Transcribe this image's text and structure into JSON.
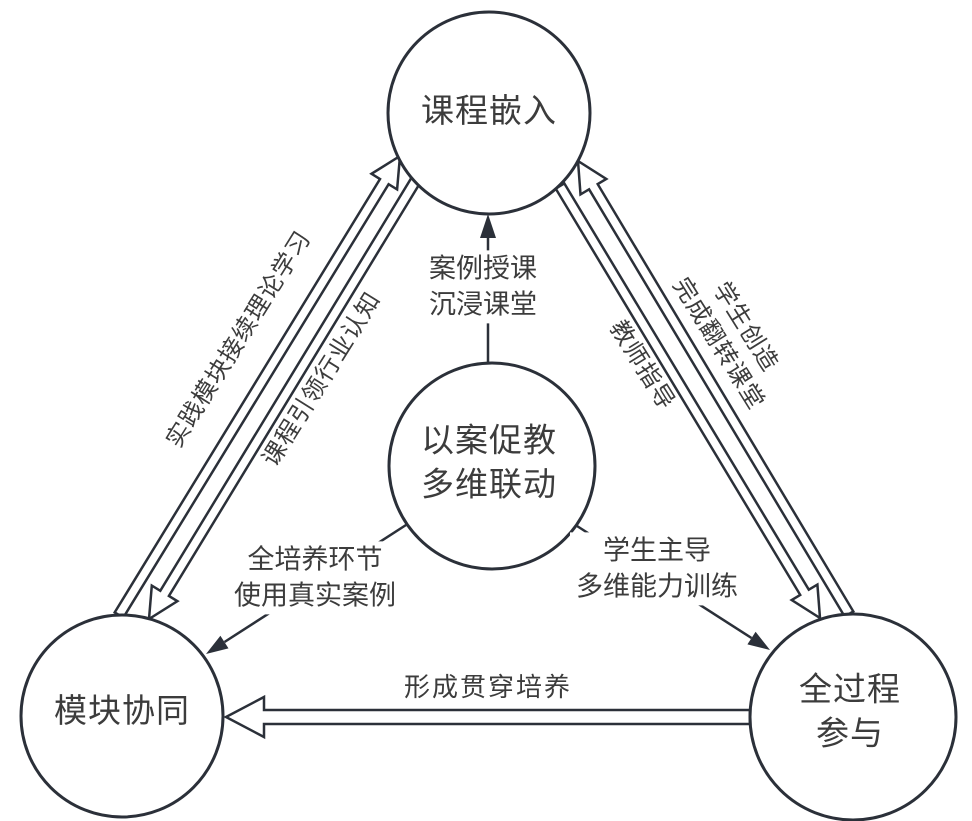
{
  "diagram": {
    "title_hint": "以案促教多维联动 triangle diagram",
    "nodes": {
      "top": {
        "label": "课程嵌入"
      },
      "center": {
        "label": "以案促教\n多维联动"
      },
      "bottom_left": {
        "label": "模块协同"
      },
      "bottom_right": {
        "label": "全过程\n参与"
      }
    },
    "edge_labels": {
      "practice_module": "实践模块接续理论学习",
      "course_leads": "课程引领行业认知",
      "student_create": "学生创造\n完成翻转课堂",
      "teacher_guide": "教师指导",
      "case_teaching": "案例授课\n沉浸课堂",
      "full_cultivation": "全培养环节\n使用真实案例",
      "student_led": "学生主导\n多维能力训练",
      "through_training": "形成贯穿培养"
    },
    "colors": {
      "stroke": "#2b3039",
      "text": "#3c3c3c",
      "background": "#ffffff"
    }
  }
}
